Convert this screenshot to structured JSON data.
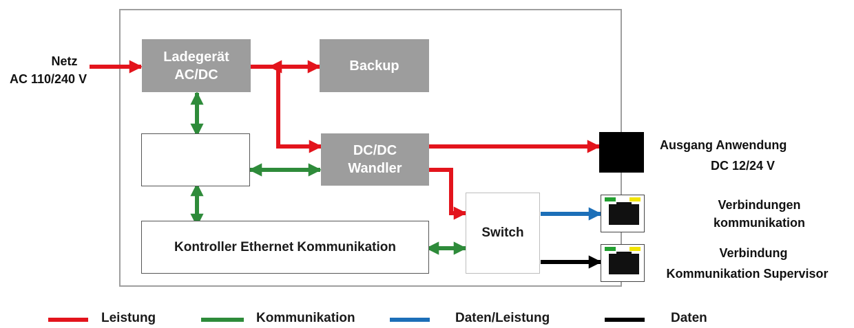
{
  "input": {
    "line1": "Netz",
    "line2": "AC 110/240 V"
  },
  "blocks": {
    "charger": {
      "line1": "Ladegerät",
      "line2": "AC/DC"
    },
    "backup": "Backup",
    "dcdc": {
      "line1": "DC/DC",
      "line2": "Wandler"
    },
    "controller": "Kontroller Ethernet Kommunikation",
    "switch": "Switch"
  },
  "outputs": {
    "app": {
      "line1": "Ausgang Anwendung",
      "line2": "DC 12/24 V"
    },
    "comms": {
      "line1": "Verbindungen",
      "line2": "kommunikation"
    },
    "supervisor": {
      "line1": "Verbindung",
      "line2": "Kommunikation Supervisor"
    }
  },
  "legend": [
    {
      "label": "Leistung",
      "color": "#e3141c"
    },
    {
      "label": "Kommunikation",
      "color": "#2e8b3a"
    },
    {
      "label": "Daten/Leistung",
      "color": "#1c6fb8"
    },
    {
      "label": "Daten",
      "color": "#000000"
    }
  ],
  "colors": {
    "power": "#e3141c",
    "comm": "#2e8b3a",
    "dataPower": "#1c6fb8",
    "data": "#000000",
    "block": "#9d9d9d"
  }
}
